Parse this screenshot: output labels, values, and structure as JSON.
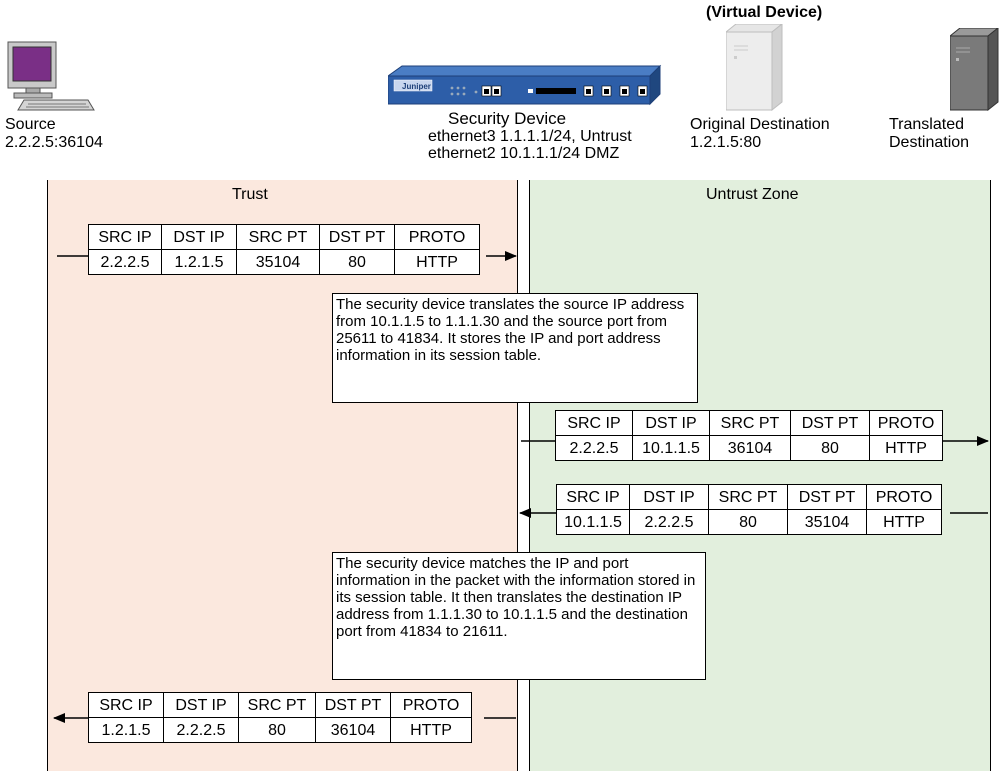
{
  "devices": {
    "source": {
      "label": "Source",
      "address": "2.2.2.5:36104"
    },
    "security": {
      "label": "Security Device",
      "brand": "Juniper",
      "eth3": "ethernet3 1.1.1.1/24, Untrust",
      "eth2": "ethernet2 10.1.1.1/24 DMZ"
    },
    "original": {
      "tag": "(Virtual Device)",
      "label": "Original Destination",
      "address": "1.2.1.5:80"
    },
    "translated": {
      "label1": "Translated",
      "label2": "Destination"
    }
  },
  "zones": {
    "trust": "Trust",
    "untrust": "Untrust Zone"
  },
  "packets": {
    "headers": [
      "SRC IP",
      "DST IP",
      "SRC PT",
      "DST PT",
      "PROTO"
    ],
    "p1": [
      "2.2.2.5",
      "1.2.1.5",
      "35104",
      "80",
      "HTTP"
    ],
    "p2": [
      "2.2.2.5",
      "10.1.1.5",
      "36104",
      "80",
      "HTTP"
    ],
    "p3": [
      "10.1.1.5",
      "2.2.2.5",
      "80",
      "35104",
      "HTTP"
    ],
    "p4": [
      "1.2.1.5",
      "2.2.2.5",
      "80",
      "36104",
      "HTTP"
    ]
  },
  "notes": {
    "n1": "The security device translates the source IP address from 10.1.1.5 to 1.1.1.30 and the source port from 25611 to 41834. It stores the IP and port address information in its session table.",
    "n2": "The security device matches the IP and port information in the packet with the information stored in its session table. It then translates the destination IP address from 1.1.1.30 to 10.1.1.5 and the destination port from 41834 to 21611."
  },
  "colors": {
    "trust_zone": "#fbe8de",
    "untrust_zone": "#e2efdd",
    "device_blue": "#2d5ea8",
    "screen_purple": "#7a2f86"
  }
}
